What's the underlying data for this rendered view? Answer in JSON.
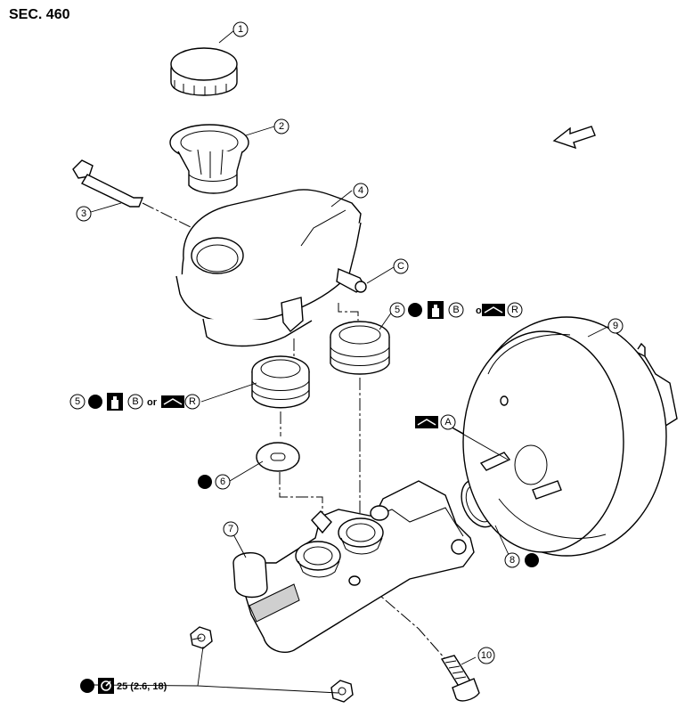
{
  "title": "SEC. 460",
  "callouts": {
    "c1": "1",
    "c2": "2",
    "c3": "3",
    "c4": "4",
    "cC": "C",
    "c5a": "5",
    "c5b": "5",
    "c6": "6",
    "c7": "7",
    "c8": "8",
    "c9": "9",
    "c10": "10",
    "cA": "A"
  },
  "seal_note": {
    "grease_letter": "B",
    "or_text": "or",
    "rubber_letter": "R"
  },
  "torque": {
    "value_text": "25 (2.6, 18)"
  },
  "icons": {
    "replace": "do-not-reuse-x-icon",
    "grease": "brake-grease-icon",
    "rubber_grease": "rubber-grease-icon",
    "torque": "torque-wrench-icon",
    "front": "front-direction-arrow-icon"
  }
}
